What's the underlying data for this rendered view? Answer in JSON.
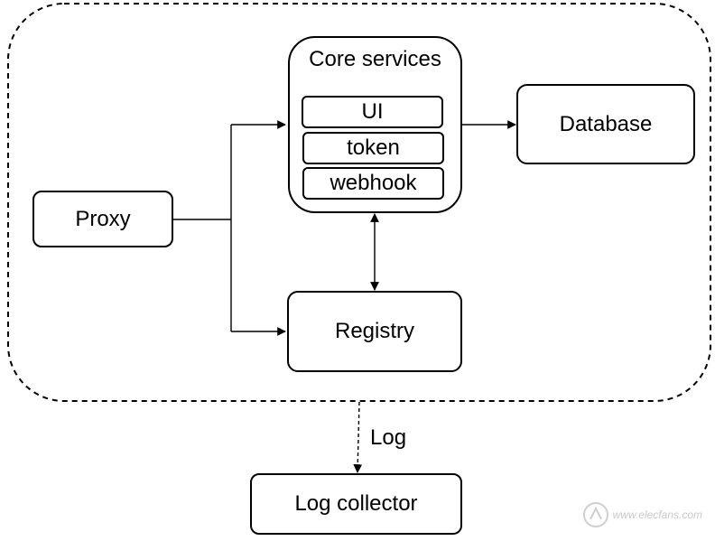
{
  "nodes": {
    "core_services": "Core services",
    "core_items": [
      "UI",
      "token",
      "webhook"
    ],
    "database": "Database",
    "proxy": "Proxy",
    "registry": "Registry",
    "log_collector": "Log collector"
  },
  "edges": {
    "log_label": "Log"
  },
  "watermark": {
    "text": "www.elecfans.com",
    "logo": "电子发烧友"
  }
}
